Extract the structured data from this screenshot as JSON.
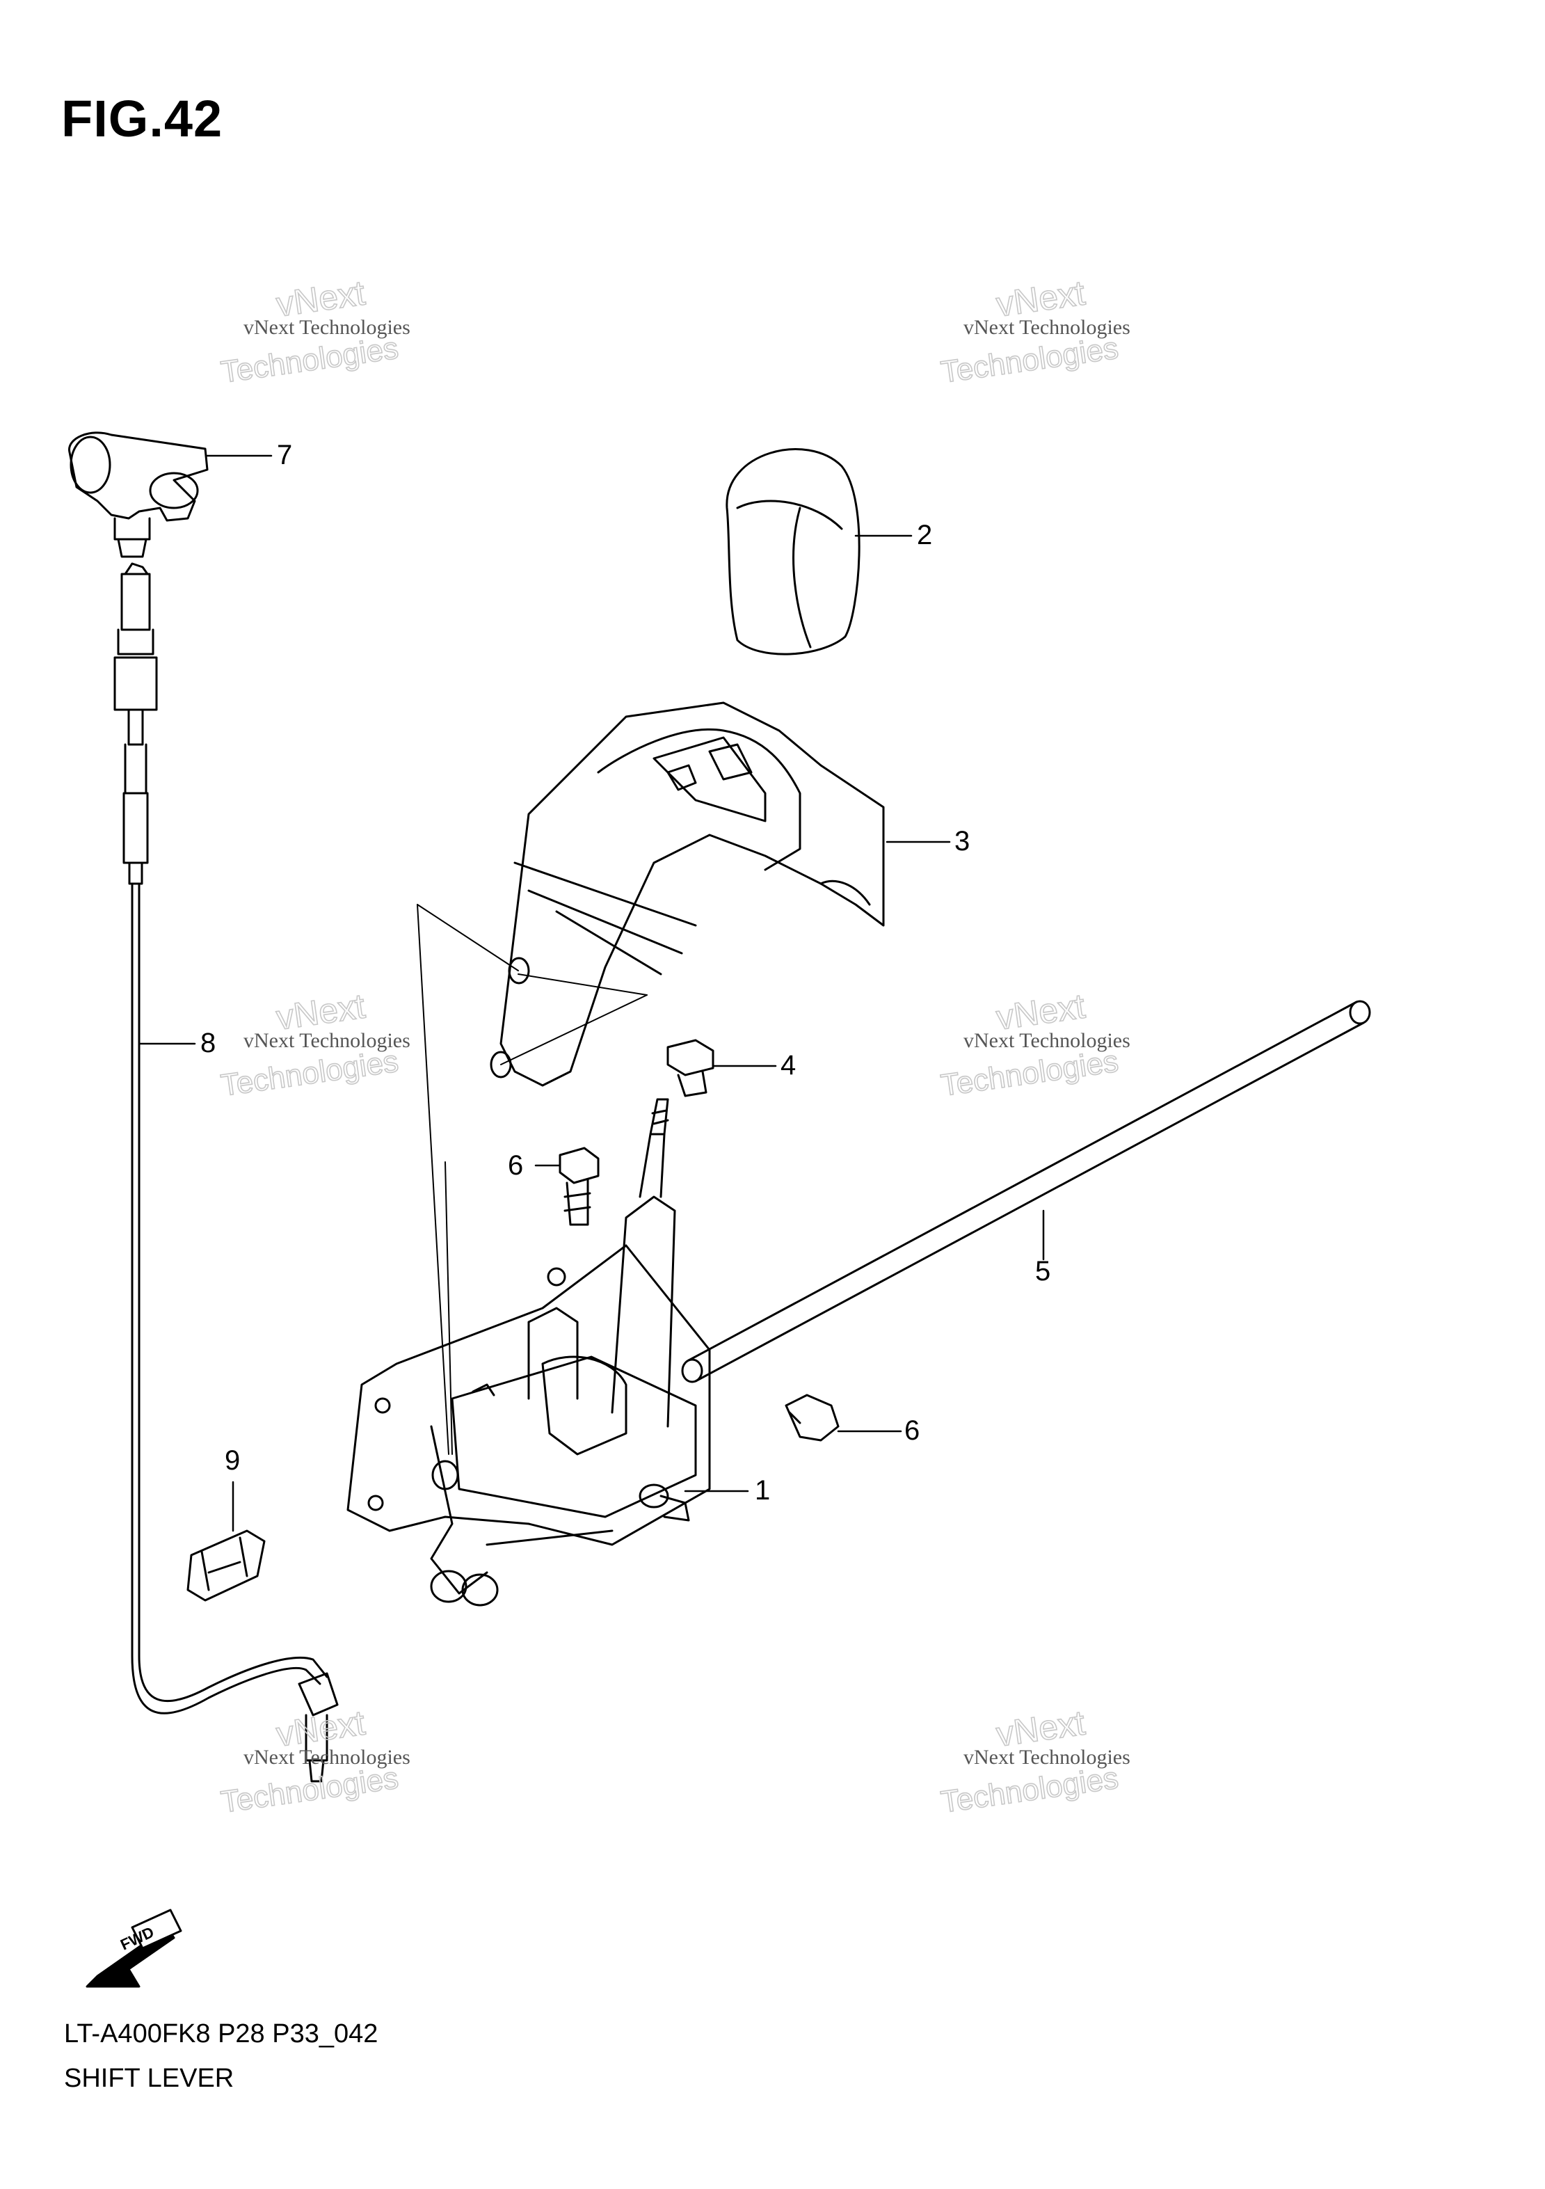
{
  "figure": {
    "title": "FIG.42",
    "model_code": "LT-A400FK8 P28 P33_042",
    "name": "SHIFT LEVER"
  },
  "callouts": [
    {
      "id": "1",
      "label": "1"
    },
    {
      "id": "2",
      "label": "2"
    },
    {
      "id": "3",
      "label": "3"
    },
    {
      "id": "4",
      "label": "4"
    },
    {
      "id": "5",
      "label": "5"
    },
    {
      "id": "6a",
      "label": "6"
    },
    {
      "id": "6b",
      "label": "6"
    },
    {
      "id": "7",
      "label": "7"
    },
    {
      "id": "8",
      "label": "8"
    },
    {
      "id": "9",
      "label": "9"
    }
  ],
  "fwd_label": "FWD",
  "watermark": {
    "line1": "vNext Technologies",
    "line2": "vNext",
    "line3": "Technologies"
  },
  "colors": {
    "ink": "#000000",
    "watermark": "#c8c8c8"
  }
}
